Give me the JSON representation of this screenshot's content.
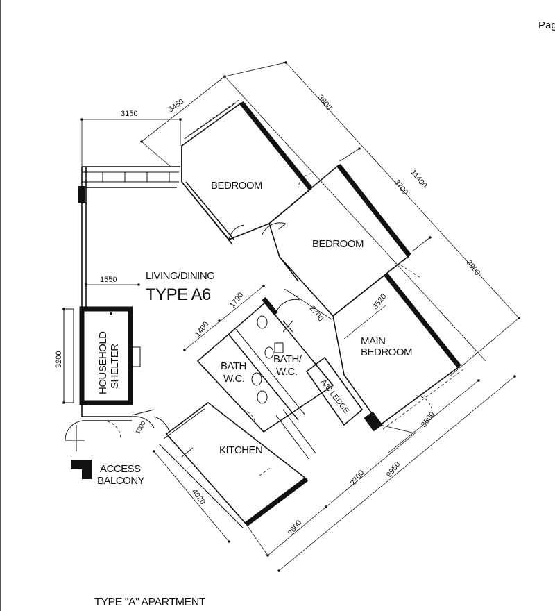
{
  "header": {
    "page_text": "Pag"
  },
  "rooms": {
    "bedroom_1": "BEDROOM",
    "bedroom_2": "BEDROOM",
    "main_bedroom_line1": "MAIN",
    "main_bedroom_line2": "BEDROOM",
    "living_dining": "LIVING/DINING",
    "type_label": "TYPE A6",
    "household_shelter_line1": "HOUSEHOLD",
    "household_shelter_line2": "SHELTER",
    "bath_wc_1_line1": "BATH",
    "bath_wc_1_line2": "W.C.",
    "bath_wc_2_line1": "BATH/",
    "bath_wc_2_line2": "W.C.",
    "ac_ledge": "A/C LEDGE",
    "kitchen": "KITCHEN",
    "access_balcony_line1": "ACCESS",
    "access_balcony_line2": "BALCONY"
  },
  "dimensions": {
    "d3150": "3150",
    "d3450": "3450",
    "d3800": "3800",
    "d11400": "11400",
    "d3700": "3700",
    "d3900": "3900",
    "d1550": "1550",
    "d3200": "3200",
    "d1790": "1790",
    "d1400": "1400",
    "d2700a": "2700",
    "d3520": "3520",
    "d3500": "3500",
    "d9950": "9950",
    "d2700b": "2700",
    "d2600": "2600",
    "d4020": "4020",
    "d1000": "1000"
  },
  "caption": "TYPE \"A\" APARTMENT"
}
